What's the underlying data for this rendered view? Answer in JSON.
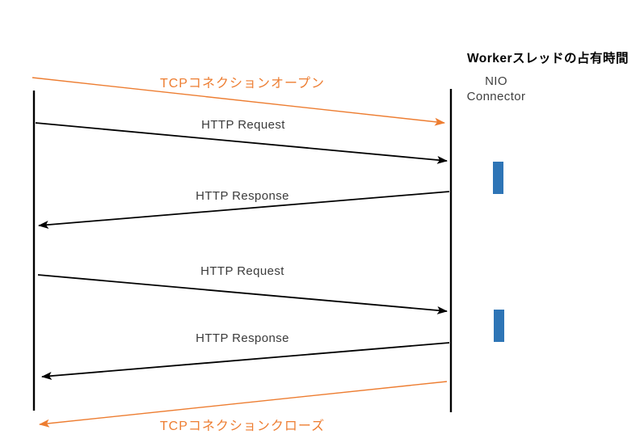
{
  "title": "Workerスレッドの占有時間",
  "connector": {
    "line1": "NIO",
    "line2": "Connector"
  },
  "sequence": [
    {
      "label": "TCPコネクションオープン",
      "type": "tcp-open",
      "direction": "left-to-right"
    },
    {
      "label": "HTTP Request",
      "type": "http-request",
      "direction": "left-to-right"
    },
    {
      "label": "HTTP Response",
      "type": "http-response",
      "direction": "right-to-left"
    },
    {
      "label": "HTTP Request",
      "type": "http-request",
      "direction": "left-to-right"
    },
    {
      "label": "HTTP Response",
      "type": "http-response",
      "direction": "right-to-left"
    },
    {
      "label": "TCPコネクションクローズ",
      "type": "tcp-close",
      "direction": "right-to-left"
    }
  ],
  "occupancy_bar_count": 2,
  "colors": {
    "tcp_arrow": "#ED7D31",
    "http_arrow": "#000000",
    "lifeline": "#000000",
    "occupancy_bar": "#2E75B6"
  }
}
